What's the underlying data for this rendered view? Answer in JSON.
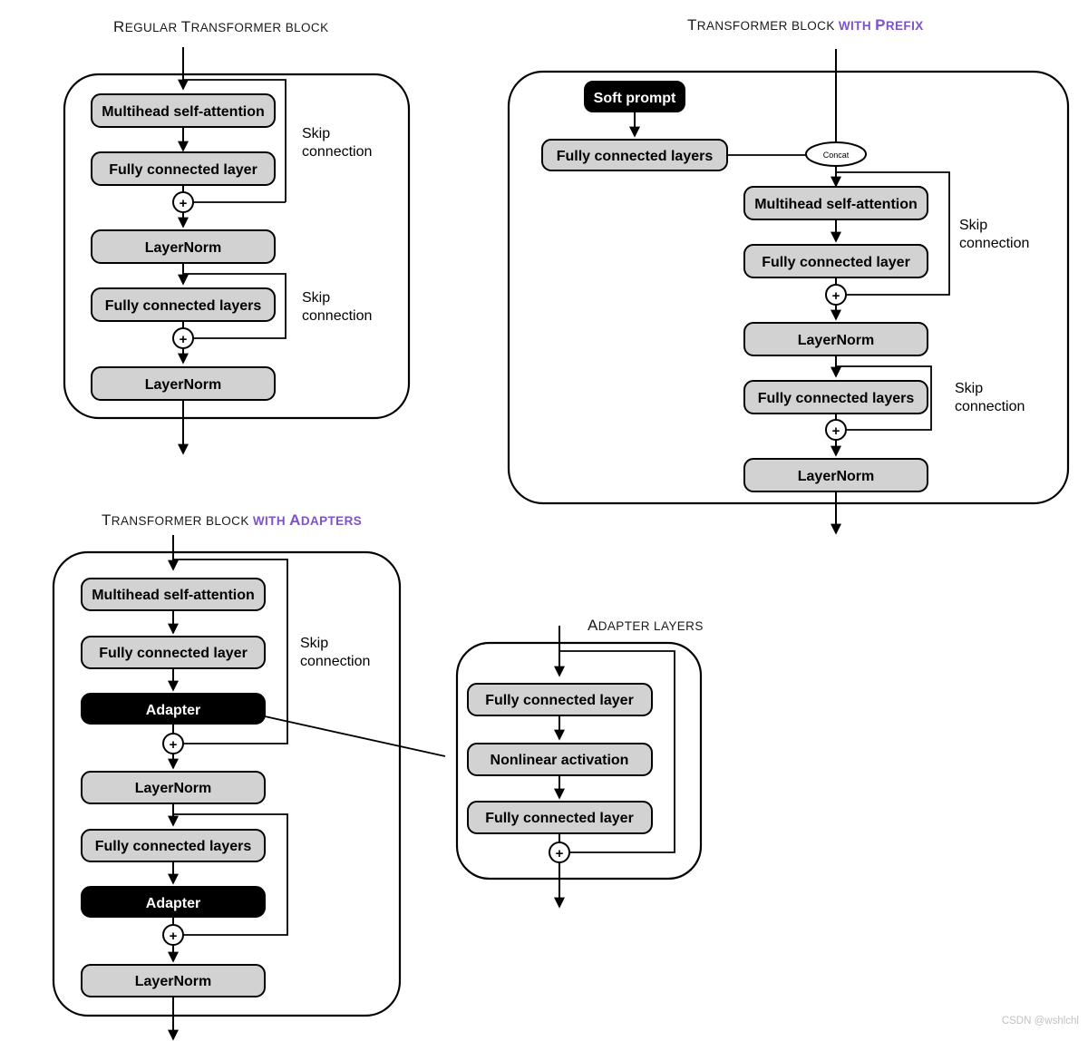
{
  "page": {
    "watermark": "CSDN @wshlchl",
    "accent_color": "#7d53c9",
    "node_fill": "#d2d2d2",
    "dark_fill": "#000000"
  },
  "blocks": {
    "regular": {
      "title_plain": "Regular Transformer block",
      "title_lead": "R",
      "title_rest": "EGULAR ",
      "title_lead2": "T",
      "title_rest2": "RANSFORMER BLOCK",
      "nodes": [
        {
          "label": "Multihead self-attention",
          "style": "gray"
        },
        {
          "label": "Fully connected layer",
          "style": "gray"
        },
        {
          "label": "LayerNorm",
          "style": "gray"
        },
        {
          "label": "Fully connected layers",
          "style": "gray"
        },
        {
          "label": "LayerNorm",
          "style": "gray"
        }
      ],
      "skip_labels": [
        "Skip",
        "connection"
      ],
      "plus_symbol": "+"
    },
    "prefix": {
      "title_lead": "T",
      "title_rest": "RANSFORMER BLOCK ",
      "title_accent_small": "WITH ",
      "title_accent_lead": "P",
      "title_accent_rest": "REFIX",
      "nodes": [
        {
          "label": "Soft prompt",
          "style": "dark"
        },
        {
          "label": "Fully connected layers",
          "style": "gray"
        },
        {
          "label": "Multihead self-attention",
          "style": "gray"
        },
        {
          "label": "Fully connected layer",
          "style": "gray"
        },
        {
          "label": "LayerNorm",
          "style": "gray"
        },
        {
          "label": "Fully connected layers",
          "style": "gray"
        },
        {
          "label": "LayerNorm",
          "style": "gray"
        }
      ],
      "concat_label": "Concat",
      "skip_labels": [
        "Skip",
        "connection"
      ],
      "plus_symbol": "+"
    },
    "adapters": {
      "title_lead": "T",
      "title_rest": "RANSFORMER BLOCK ",
      "title_accent_small": "WITH ",
      "title_accent_lead": "A",
      "title_accent_rest": "DAPTERS",
      "nodes": [
        {
          "label": "Multihead self-attention",
          "style": "gray"
        },
        {
          "label": "Fully connected layer",
          "style": "gray"
        },
        {
          "label": "Adapter",
          "style": "dark"
        },
        {
          "label": "LayerNorm",
          "style": "gray"
        },
        {
          "label": "Fully connected layers",
          "style": "gray"
        },
        {
          "label": "Adapter",
          "style": "dark"
        },
        {
          "label": "LayerNorm",
          "style": "gray"
        }
      ],
      "skip_labels": [
        "Skip",
        "connection"
      ],
      "plus_symbol": "+"
    },
    "adapter_layers": {
      "title_lead": "A",
      "title_rest": "DAPTER LAYERS",
      "nodes": [
        {
          "label": "Fully connected layer",
          "style": "gray"
        },
        {
          "label": "Nonlinear activation",
          "style": "gray"
        },
        {
          "label": "Fully connected layer",
          "style": "gray"
        }
      ],
      "plus_symbol": "+"
    }
  }
}
